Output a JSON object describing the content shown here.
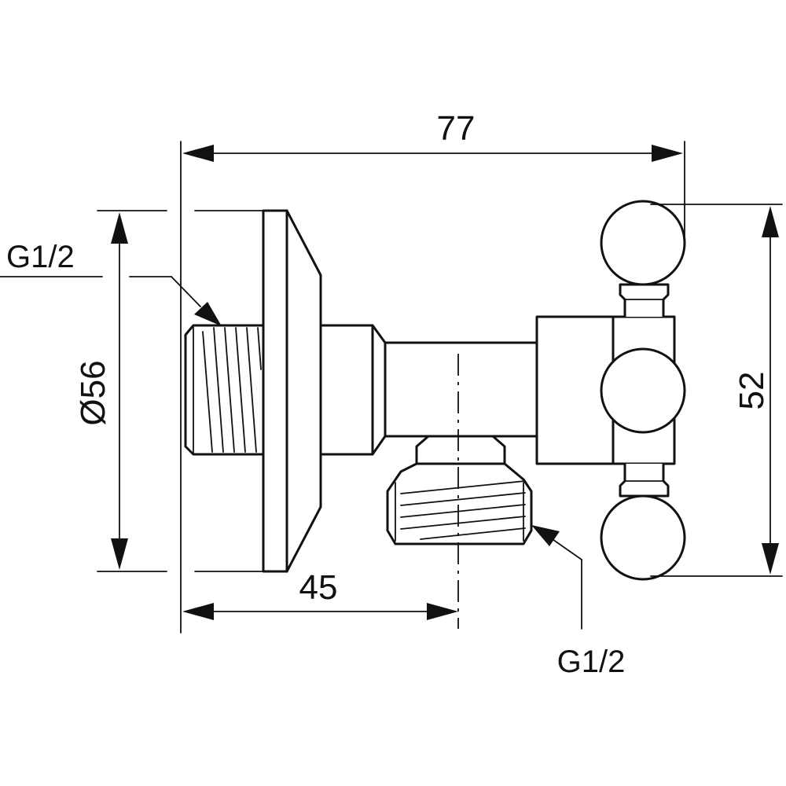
{
  "dimensions": {
    "overall_width": "77",
    "flange_diameter": "Ø56",
    "outlet_offset": "45",
    "overall_height": "52"
  },
  "callouts": {
    "inlet_thread": "G1/2",
    "outlet_thread": "G1/2"
  }
}
